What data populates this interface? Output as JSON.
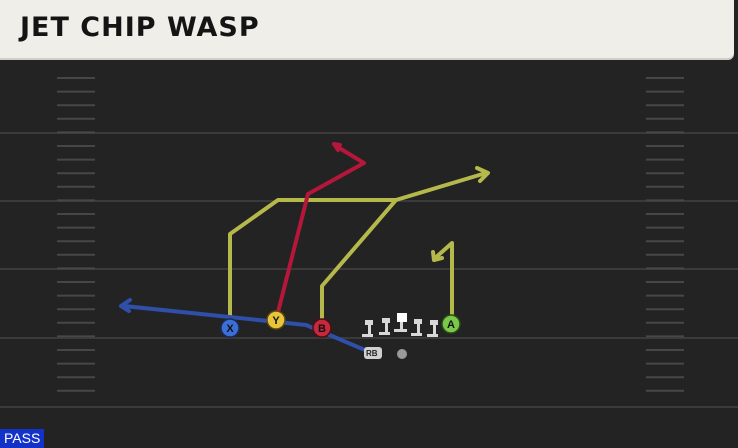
{
  "play": {
    "title": "JET CHIP WASP",
    "type": "PASS"
  },
  "colors": {
    "field": "#232323",
    "yard_line": "#3a3a3a",
    "hash": "#4a4a4a",
    "route_yellow": "#b5b84a",
    "route_red": "#b5163a",
    "route_blue": "#2f4fa8",
    "title_bg": "#efeee8",
    "badge_bg": "#1432c8"
  },
  "players": {
    "X": {
      "label": "X",
      "color": "#3a6fd8"
    },
    "Y": {
      "label": "Y",
      "color": "#e8c43a"
    },
    "B": {
      "label": "B",
      "color": "#c8283c"
    },
    "A": {
      "label": "A",
      "color": "#7ac84a"
    },
    "RB": {
      "label": "RB"
    }
  }
}
